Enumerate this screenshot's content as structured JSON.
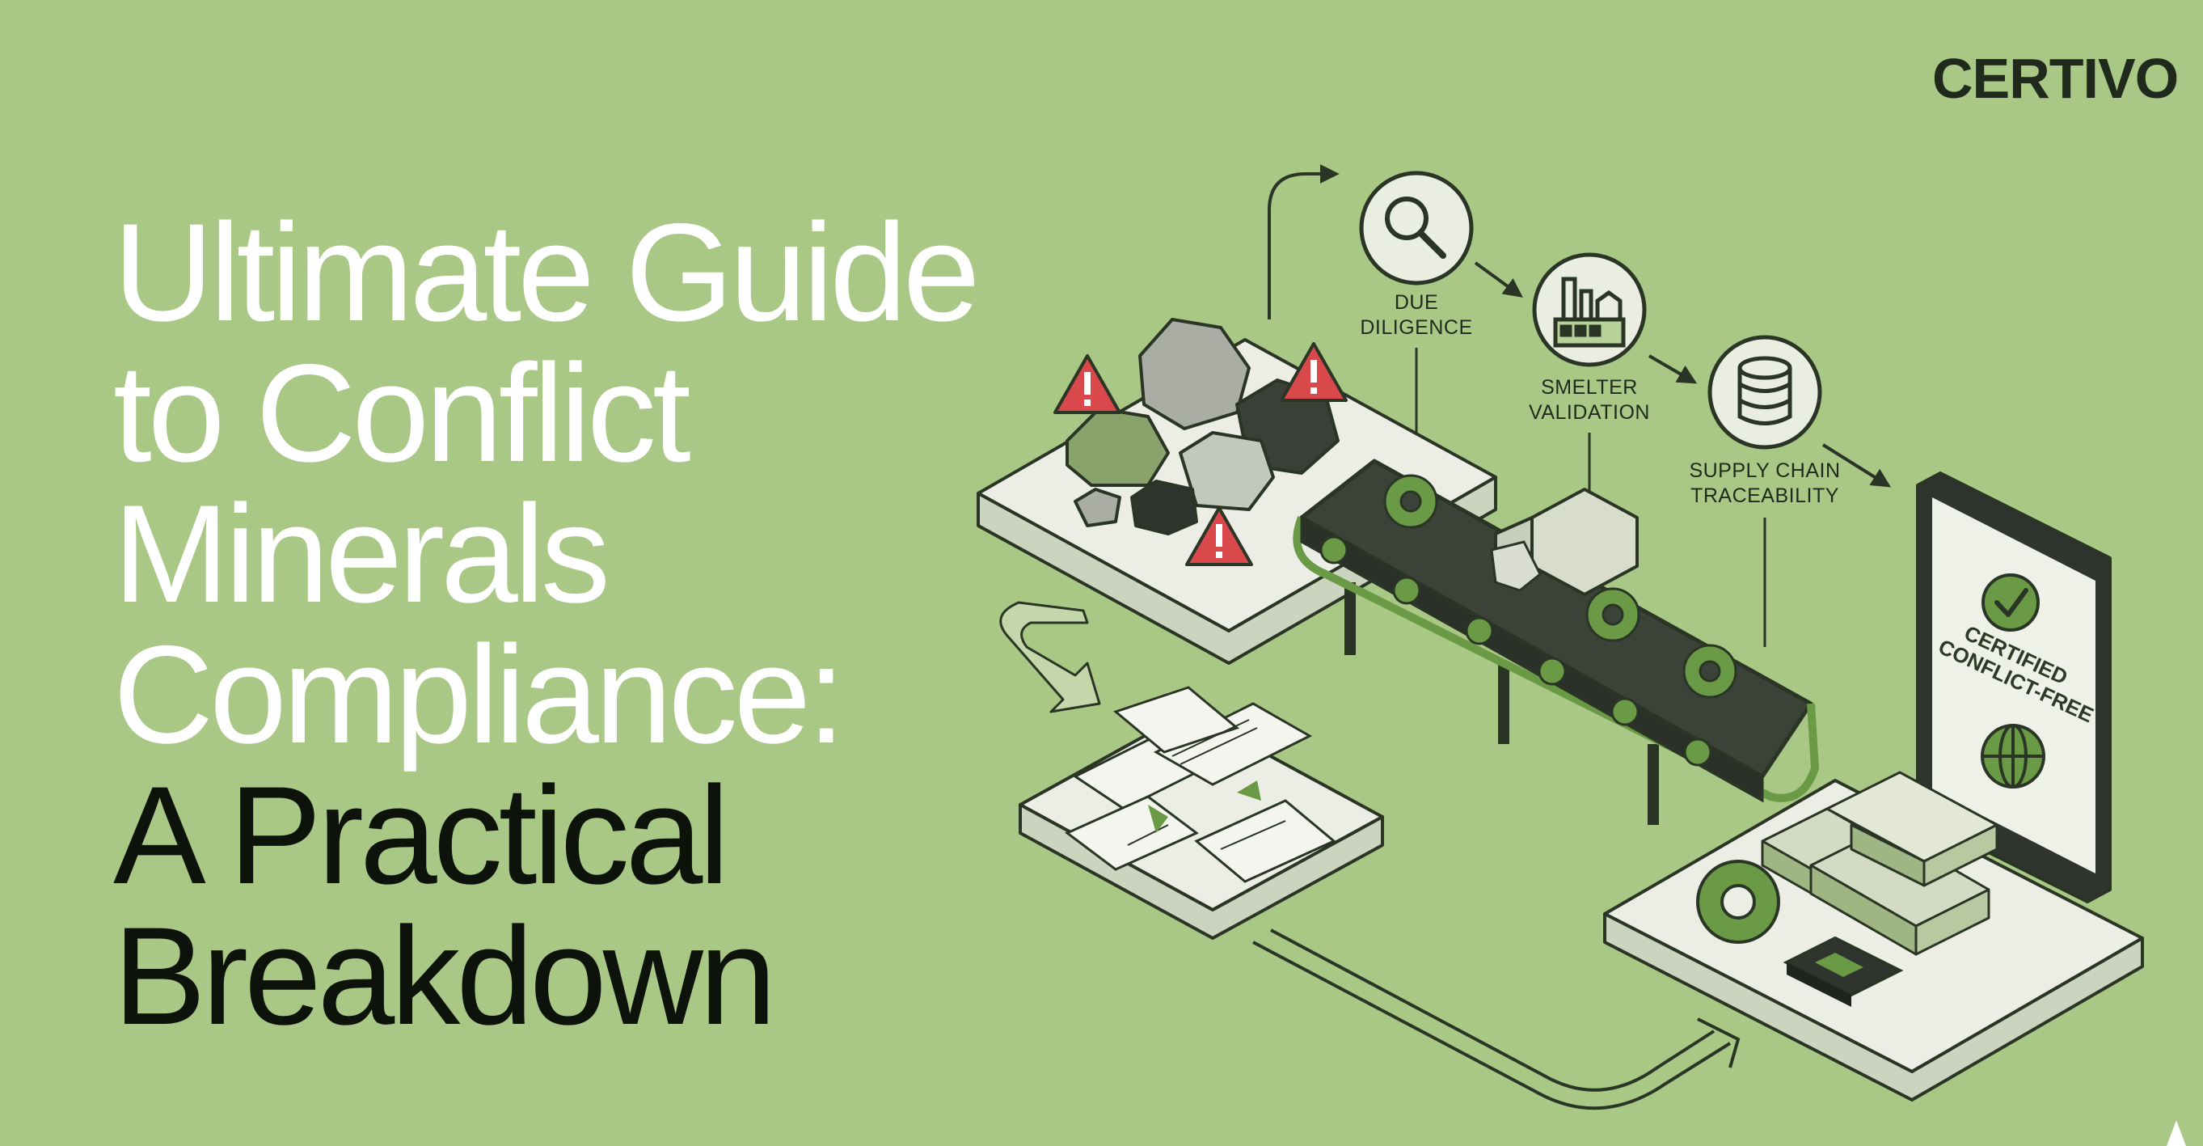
{
  "brand": {
    "logo_text": "CERTIVO"
  },
  "headline": {
    "lines_light": [
      "Ultimate Guide",
      "to Conflict",
      "Minerals",
      "Compliance:"
    ],
    "lines_dark": [
      "A Practical",
      "Breakdown"
    ]
  },
  "process": {
    "steps": [
      {
        "icon": "magnifier-icon",
        "label_line1": "DUE",
        "label_line2": "DILIGENCE"
      },
      {
        "icon": "factory-icon",
        "label_line1": "SMELTER",
        "label_line2": "VALIDATION"
      },
      {
        "icon": "database-icon",
        "label_line1": "SUPPLY CHAIN",
        "label_line2": "TRACEABILITY"
      }
    ],
    "certificate": {
      "line1": "CERTIFIED",
      "line2": "CONFLICT-FREE"
    }
  },
  "colors": {
    "background": "#a9c886",
    "headline_light": "#ffffff",
    "headline_dark": "#0d120b",
    "warning_red": "#d9484a",
    "accent_green": "#6b9a46"
  }
}
